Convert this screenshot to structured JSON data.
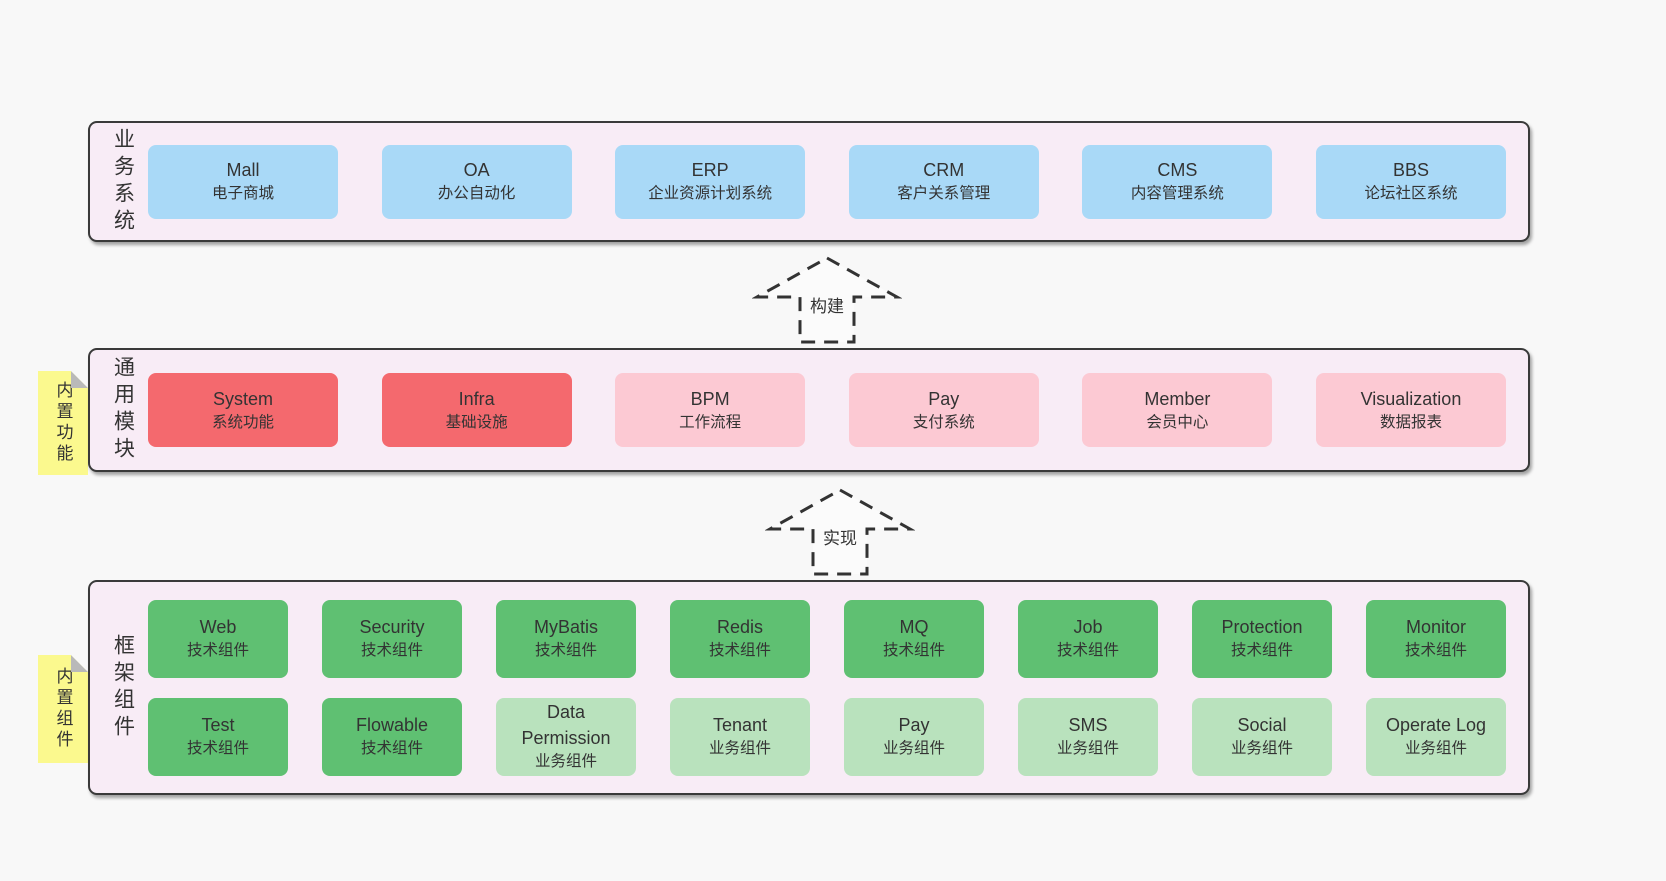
{
  "colors": {
    "blue": "#a9d9f7",
    "red": "#f4696e",
    "pink": "#fcc9d3",
    "green": "#5fc072",
    "lightgreen": "#b9e2bd",
    "note_yellow": "#fbf98e",
    "section_background": "#f8ecf6",
    "border": "#3a3a3a",
    "text": "#333333"
  },
  "arrows": [
    {
      "label": "构建"
    },
    {
      "label": "实现"
    }
  ],
  "sections": [
    {
      "id": "business",
      "label": "业务系统",
      "note": null,
      "rows": [
        [
          {
            "name": "Mall",
            "subtitle": "电子商城",
            "type": "blue"
          },
          {
            "name": "OA",
            "subtitle": "办公自动化",
            "type": "blue"
          },
          {
            "name": "ERP",
            "subtitle": "企业资源计划系统",
            "type": "blue"
          },
          {
            "name": "CRM",
            "subtitle": "客户关系管理",
            "type": "blue"
          },
          {
            "name": "CMS",
            "subtitle": "内容管理系统",
            "type": "blue"
          },
          {
            "name": "BBS",
            "subtitle": "论坛社区系统",
            "type": "blue"
          }
        ]
      ]
    },
    {
      "id": "modules",
      "label": "通用模块",
      "note": "内置功能",
      "rows": [
        [
          {
            "name": "System",
            "subtitle": "系统功能",
            "type": "red"
          },
          {
            "name": "Infra",
            "subtitle": "基础设施",
            "type": "red"
          },
          {
            "name": "BPM",
            "subtitle": "工作流程",
            "type": "pink"
          },
          {
            "name": "Pay",
            "subtitle": "支付系统",
            "type": "pink"
          },
          {
            "name": "Member",
            "subtitle": "会员中心",
            "type": "pink"
          },
          {
            "name": "Visualization",
            "subtitle": "数据报表",
            "type": "pink"
          }
        ]
      ]
    },
    {
      "id": "components",
      "label": "框架组件",
      "note": "内置组件",
      "rows": [
        [
          {
            "name": "Web",
            "subtitle": "技术组件",
            "type": "green"
          },
          {
            "name": "Security",
            "subtitle": "技术组件",
            "type": "green"
          },
          {
            "name": "MyBatis",
            "subtitle": "技术组件",
            "type": "green"
          },
          {
            "name": "Redis",
            "subtitle": "技术组件",
            "type": "green"
          },
          {
            "name": "MQ",
            "subtitle": "技术组件",
            "type": "green"
          },
          {
            "name": "Job",
            "subtitle": "技术组件",
            "type": "green"
          },
          {
            "name": "Protection",
            "subtitle": "技术组件",
            "type": "green"
          },
          {
            "name": "Monitor",
            "subtitle": "技术组件",
            "type": "green"
          }
        ],
        [
          {
            "name": "Test",
            "subtitle": "技术组件",
            "type": "green"
          },
          {
            "name": "Flowable",
            "subtitle": "技术组件",
            "type": "green"
          },
          {
            "name": "Data Permission",
            "subtitle": "业务组件",
            "type": "lightgreen"
          },
          {
            "name": "Tenant",
            "subtitle": "业务组件",
            "type": "lightgreen"
          },
          {
            "name": "Pay",
            "subtitle": "业务组件",
            "type": "lightgreen"
          },
          {
            "name": "SMS",
            "subtitle": "业务组件",
            "type": "lightgreen"
          },
          {
            "name": "Social",
            "subtitle": "业务组件",
            "type": "lightgreen"
          },
          {
            "name": "Operate Log",
            "subtitle": "业务组件",
            "type": "lightgreen"
          }
        ]
      ]
    }
  ]
}
